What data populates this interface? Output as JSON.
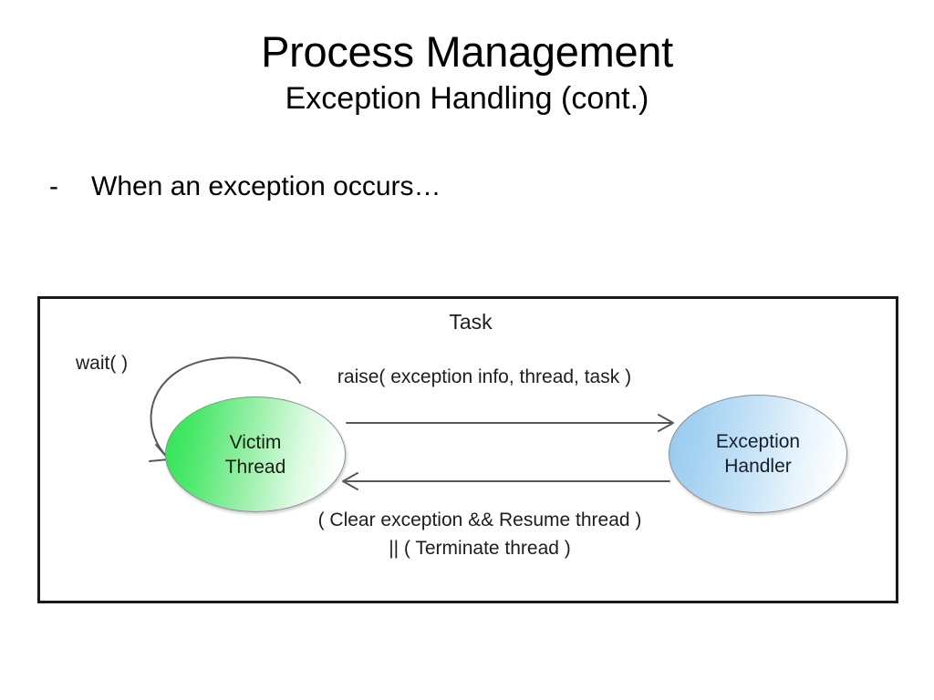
{
  "slide": {
    "title": "Process Management",
    "subtitle": "Exception Handling (cont.)",
    "bullet": {
      "marker": "-",
      "text": "When an exception occurs…"
    }
  },
  "diagram": {
    "container_label": "Task",
    "nodes": [
      {
        "id": "victim-thread",
        "line1": "Victim",
        "line2": "Thread",
        "fill_from": "#2FE455",
        "fill_to": "#FBFFFC",
        "stroke": "#8A8D91"
      },
      {
        "id": "exception-handler",
        "line1": "Exception",
        "line2": "Handler",
        "fill_from": "#95C9EF",
        "fill_to": "#FDFEFF",
        "stroke": "#8A8D91"
      }
    ],
    "edges": [
      {
        "id": "self-loop-wait",
        "label": "wait( )",
        "from": "victim-thread",
        "to": "victim-thread",
        "direction": "self"
      },
      {
        "id": "raise-call",
        "label": "raise( exception info, thread, task )",
        "from": "victim-thread",
        "to": "exception-handler",
        "direction": "right"
      },
      {
        "id": "return-path",
        "label_line1": "( Clear exception && Resume thread )",
        "label_line2": "|| ( Terminate thread )",
        "from": "exception-handler",
        "to": "victim-thread",
        "direction": "left"
      }
    ],
    "border_color": "#1A1A1A",
    "arrow_color": "#56595C"
  }
}
